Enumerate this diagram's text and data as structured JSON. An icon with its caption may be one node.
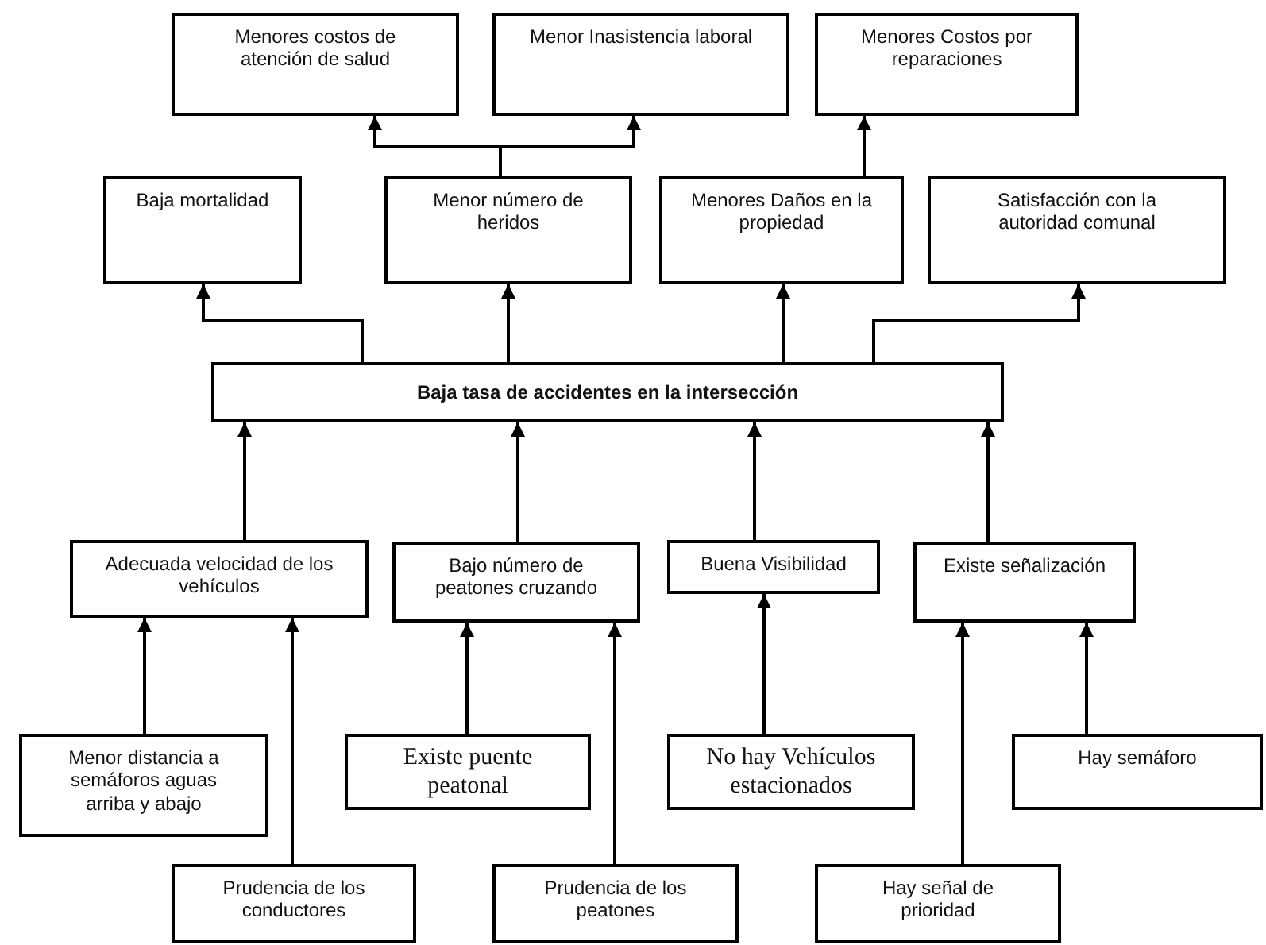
{
  "diagram": {
    "nodes": [
      {
        "text": [
          "Menores costos de atención de salud"
        ]
      },
      {
        "text": [
          "Menor Inasistencia laboral"
        ]
      },
      {
        "text": [
          "Menores Costos por reparaciones"
        ]
      },
      {
        "text": [
          "Baja mortalidad"
        ]
      },
      {
        "text": [
          "Menor número de heridos"
        ]
      },
      {
        "text": [
          "Menores Daños en la propiedad"
        ]
      },
      {
        "text": [
          "Satisfacción con la autoridad comunal"
        ]
      },
      {
        "text": [
          "Baja tasa de accidentes en la intersección"
        ]
      },
      {
        "text": [
          "Adecuada velocidad de los vehículos"
        ]
      },
      {
        "text": [
          "Bajo número de peatones cruzando"
        ]
      },
      {
        "text": [
          "Buena Visibilidad"
        ]
      },
      {
        "text": [
          "Existe señalización"
        ]
      },
      {
        "text": [
          "Menor distancia a semáforos aguas arriba y abajo"
        ]
      },
      {
        "text": [
          "Existe puente peatonal"
        ]
      },
      {
        "text": [
          "No hay Vehículos estacionados"
        ]
      },
      {
        "text": [
          "Hay semáforo"
        ]
      },
      {
        "text": [
          "Prudencia de los conductores"
        ]
      },
      {
        "text": [
          "Prudencia de los peatones"
        ]
      },
      {
        "text": [
          "Hay señal de prioridad"
        ]
      }
    ],
    "edges": [
      {
        "from": 4,
        "to": 0,
        "arrow": "to"
      },
      {
        "from": 4,
        "to": 1,
        "arrow": "to"
      },
      {
        "from": 5,
        "to": 2,
        "arrow": "to"
      },
      {
        "from": 7,
        "to": 3,
        "arrow": "to"
      },
      {
        "from": 7,
        "to": 4,
        "arrow": "to"
      },
      {
        "from": 7,
        "to": 5,
        "arrow": "to"
      },
      {
        "from": 7,
        "to": 6,
        "arrow": "to"
      },
      {
        "from": 8,
        "to": 7,
        "arrow": "to"
      },
      {
        "from": 9,
        "to": 7,
        "arrow": "to"
      },
      {
        "from": 10,
        "to": 7,
        "arrow": "to"
      },
      {
        "from": 11,
        "to": 7,
        "arrow": "to"
      },
      {
        "from": 12,
        "to": 8,
        "arrow": "to"
      },
      {
        "from": 16,
        "to": 8,
        "arrow": "to"
      },
      {
        "from": 13,
        "to": 9,
        "arrow": "to"
      },
      {
        "from": 17,
        "to": 9,
        "arrow": "to"
      },
      {
        "from": 14,
        "to": 10,
        "arrow": "to"
      },
      {
        "from": 18,
        "to": 11,
        "arrow": "to"
      },
      {
        "from": 15,
        "to": 11,
        "arrow": "to"
      }
    ]
  }
}
